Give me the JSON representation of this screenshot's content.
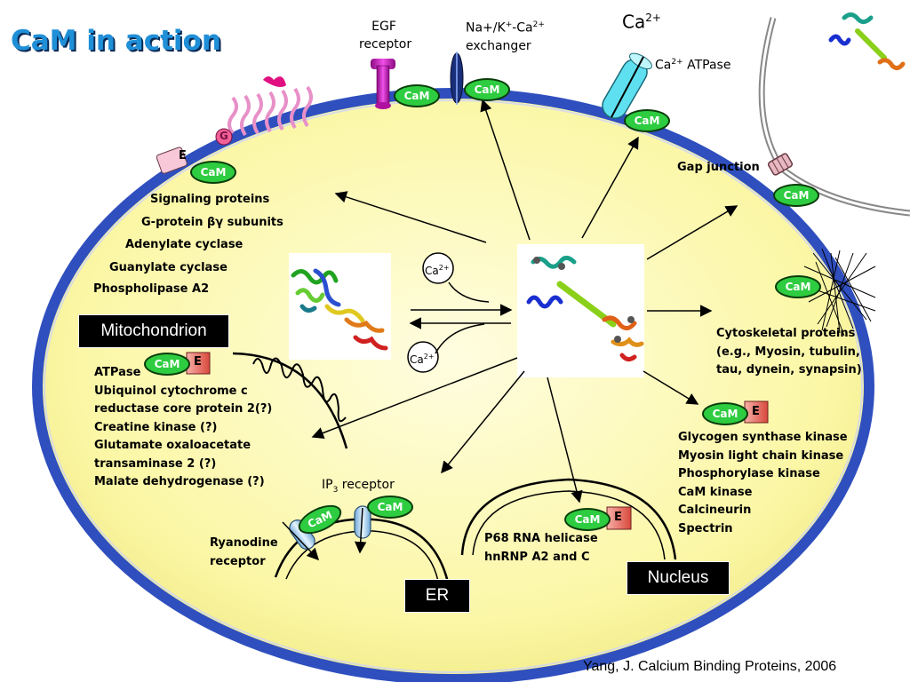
{
  "title": "CaM in action",
  "cam_label": "CaM",
  "e_label": "E",
  "g_label": "G",
  "ca_free": {
    "ca": "Ca",
    "sup": "2+"
  },
  "ca_small": {
    "ca": "Ca",
    "sup": "2+"
  },
  "egf_receptor": {
    "line1": "EGF",
    "line2": "receptor"
  },
  "exchanger": {
    "line1": "Na+/K",
    "line1_sup": "+",
    "line1_rest": "-Ca",
    "line1_sup2": "2+",
    "line2": "exchanger"
  },
  "atpase": {
    "prefix": "Ca",
    "sup": "2+",
    "suffix": " ATPase"
  },
  "gap_junction": "Gap junction",
  "signaling_list": [
    "Signaling proteins",
    "G-protein βγ subunits",
    "Adenylate cyclase",
    "Guanylate cyclase",
    "Phospholipase A2"
  ],
  "mitochondrion": {
    "label": "Mitochondrion",
    "items": [
      "ATPase",
      "Ubiquinol cytochrome c",
      "reductase core protein 2(?)",
      "Creatine kinase (?)",
      "Glutamate oxaloacetate",
      "transaminase 2 (?)",
      "Malate dehydrogenase (?)"
    ]
  },
  "cytoskeleton": {
    "items": [
      "Cytoskeletal proteins",
      "(e.g., Myosin, tubulin,",
      "tau, dynein, synapsin)"
    ]
  },
  "kinases": [
    "Glycogen synthase kinase",
    "Myosin light chain kinase",
    "Phosphorylase kinase",
    "CaM kinase",
    "Calcineurin",
    "Spectrin"
  ],
  "nucleus": {
    "label": "Nucleus",
    "items": [
      "P68 RNA helicase",
      "hnRNP A2 and C"
    ]
  },
  "er": {
    "label": "ER",
    "ip3": {
      "prefix": "IP",
      "sub": "3",
      "suffix": " receptor"
    },
    "ryanodine": [
      "Ryanodine",
      "receptor"
    ]
  },
  "citation": "Yang, J. Calcium Binding Proteins, 2006",
  "colors": {
    "cell_fill": "#fbf7a6",
    "cell_border": "#3a5fcd",
    "cam_green": "#2ecc40",
    "title_blue": "#1f8fd8",
    "egf": "#d020c0",
    "atpase": "#5fe0f0"
  }
}
